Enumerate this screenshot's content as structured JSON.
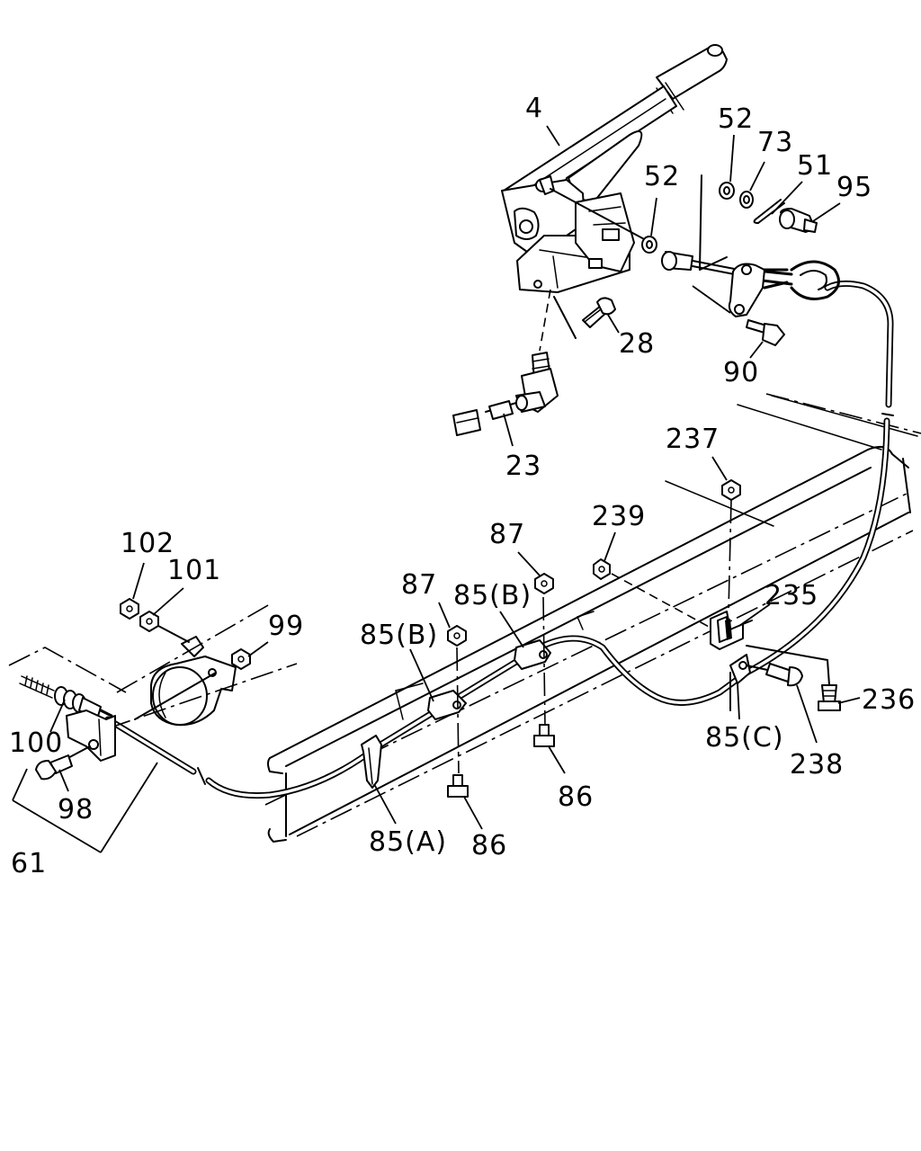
{
  "diagram": {
    "labels": {
      "l4": "4",
      "l52a": "52",
      "l73": "73",
      "l51": "51",
      "l95": "95",
      "l52b": "52",
      "l28": "28",
      "l90": "90",
      "l23": "23",
      "l237": "237",
      "l239": "239",
      "l235": "235",
      "l236": "236",
      "l238": "238",
      "l85c": "85(C)",
      "l87a": "87",
      "l87b": "87",
      "l85b1": "85(B)",
      "l85b2": "85(B)",
      "l86a": "86",
      "l86b": "86",
      "l85a": "85(A)",
      "l102": "102",
      "l101": "101",
      "l99": "99",
      "l100": "100",
      "l98": "98",
      "l61": "61"
    }
  }
}
